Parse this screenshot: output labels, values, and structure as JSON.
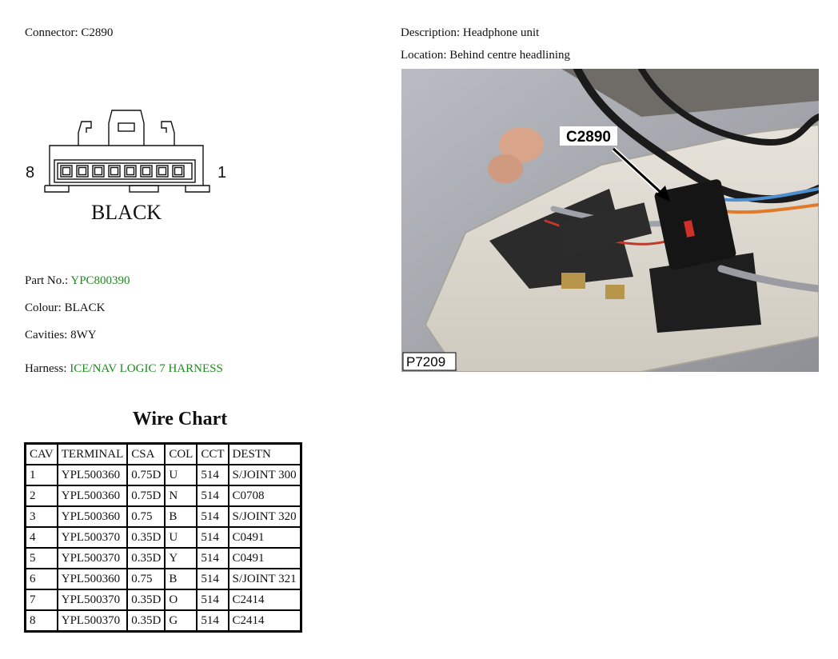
{
  "header": {
    "connector_label": "Connector:",
    "connector_value": "C2890",
    "description_label": "Description:",
    "description_value": "Headphone unit",
    "location_label": "Location:",
    "location_value": "Behind centre headlining"
  },
  "diagram": {
    "pin_left": "8",
    "pin_right": "1",
    "colour_caption": "BLACK"
  },
  "photo": {
    "callout": "C2890",
    "ref_code": "P7209"
  },
  "details": {
    "part_no_label": "Part No.:",
    "part_no_value": "YPC800390",
    "colour_label": "Colour:",
    "colour_value": "BLACK",
    "cavities_label": "Cavities:",
    "cavities_value": "8WY",
    "harness_label": "Harness:",
    "harness_value": "ICE/NAV LOGIC 7 HARNESS",
    "link_color": "#1e8a1e"
  },
  "wire_chart": {
    "title": "Wire Chart",
    "headers": [
      "CAV",
      "TERMINAL",
      "CSA",
      "COL",
      "CCT",
      "DESTN"
    ],
    "rows": [
      [
        "1",
        "YPL500360",
        "0.75D",
        "U",
        "514",
        "S/JOINT 300"
      ],
      [
        "2",
        "YPL500360",
        "0.75D",
        "N",
        "514",
        "C0708"
      ],
      [
        "3",
        "YPL500360",
        "0.75",
        "B",
        "514",
        "S/JOINT 320"
      ],
      [
        "4",
        "YPL500370",
        "0.35D",
        "U",
        "514",
        "C0491"
      ],
      [
        "5",
        "YPL500370",
        "0.35D",
        "Y",
        "514",
        "C0491"
      ],
      [
        "6",
        "YPL500360",
        "0.75",
        "B",
        "514",
        "S/JOINT 321"
      ],
      [
        "7",
        "YPL500370",
        "0.35D",
        "O",
        "514",
        "C2414"
      ],
      [
        "8",
        "YPL500370",
        "0.35D",
        "G",
        "514",
        "C2414"
      ]
    ]
  }
}
